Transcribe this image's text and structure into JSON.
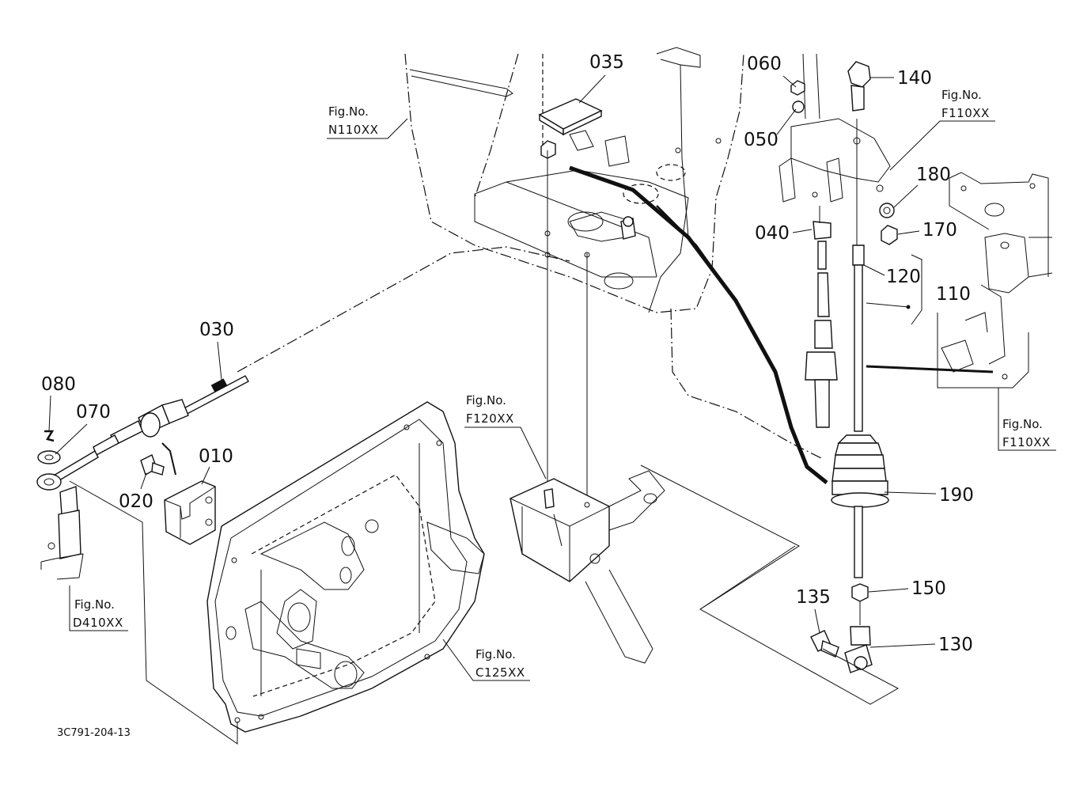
{
  "diagram": {
    "drawing_id": "3C791-204-13",
    "parts": {
      "p010": "010",
      "p020": "020",
      "p030": "030",
      "p035": "035",
      "p040": "040",
      "p050": "050",
      "p060": "060",
      "p070": "070",
      "p080": "080",
      "p110": "110",
      "p120": "120",
      "p130": "130",
      "p135": "135",
      "p140": "140",
      "p150": "150",
      "p170": "170",
      "p180": "180",
      "p190": "190"
    },
    "figure_refs": {
      "caption": "Fig.No.",
      "n110": "N110XX",
      "f110_top": "F110XX",
      "f110_right": "F110XX",
      "f120": "F120XX",
      "d410": "D410XX",
      "c125": "C125XX"
    }
  }
}
